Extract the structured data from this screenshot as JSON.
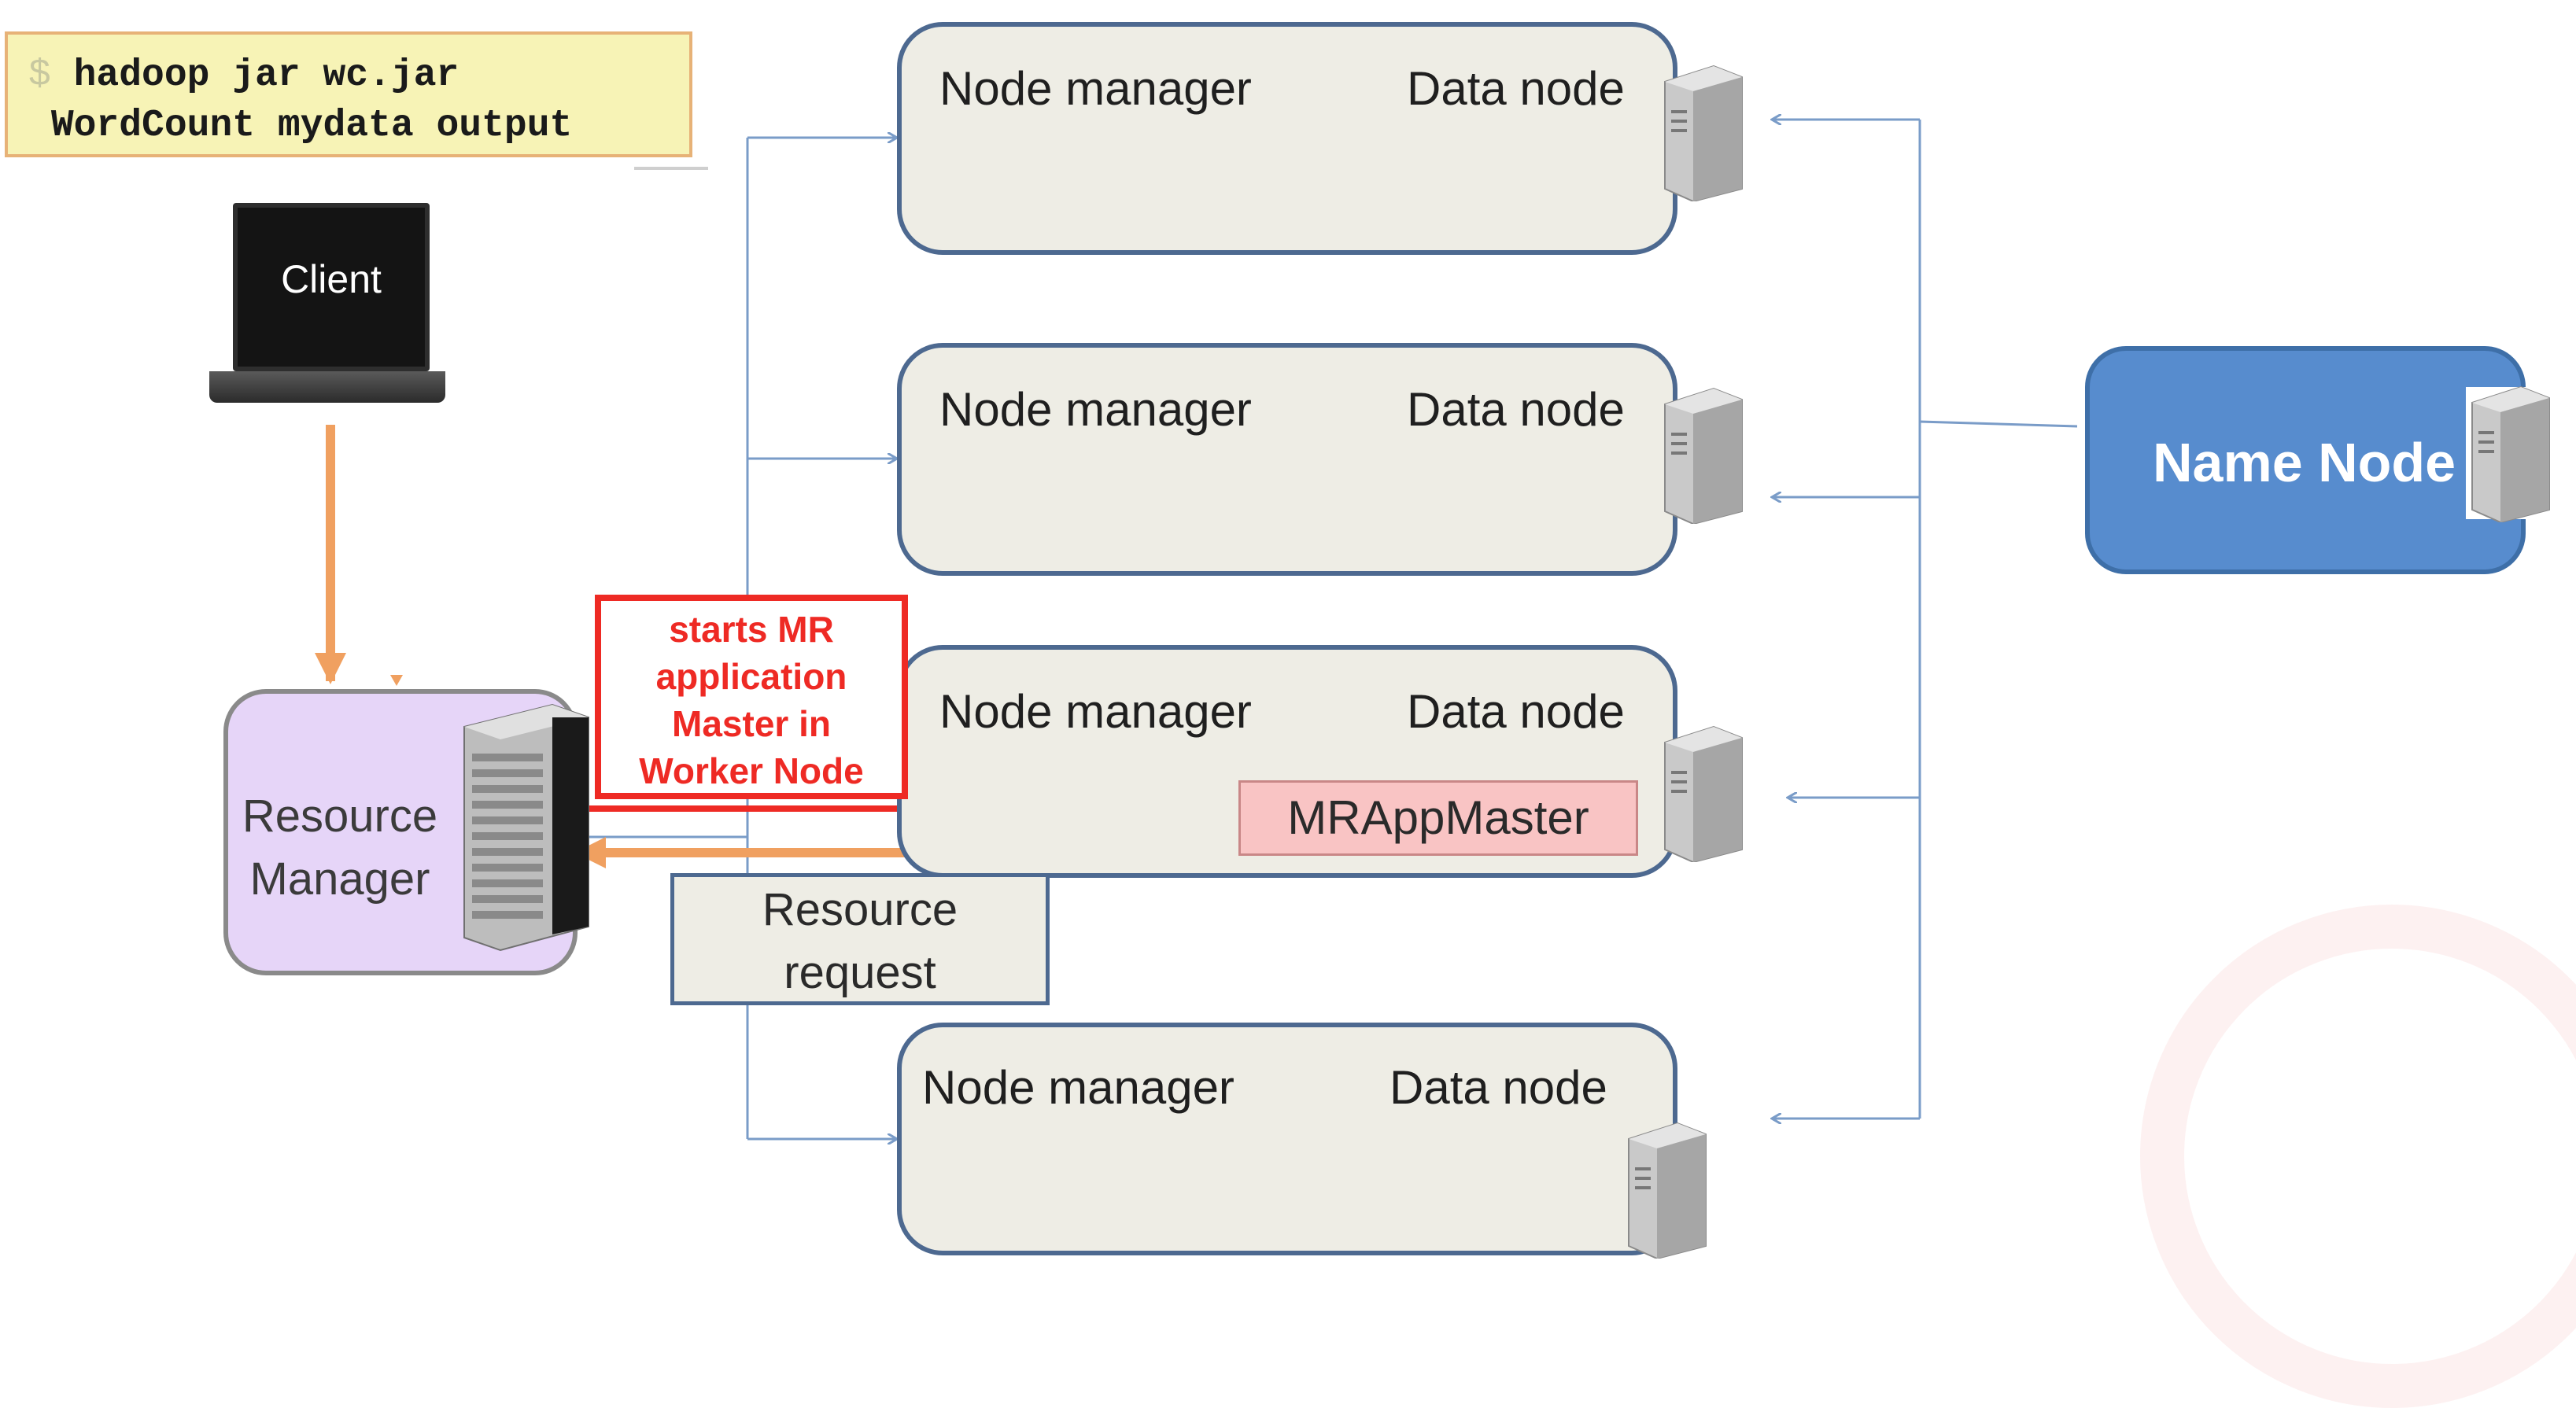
{
  "command": {
    "prompt": "$",
    "line1": "hadoop jar wc.jar",
    "line2": "WordCount mydata output"
  },
  "client": {
    "label": "Client"
  },
  "resource_manager": {
    "line1": "Resource",
    "line2": "Manager"
  },
  "nodes": [
    {
      "node_manager": "Node manager",
      "data_node": "Data node"
    },
    {
      "node_manager": "Node manager",
      "data_node": "Data node"
    },
    {
      "node_manager": "Node manager",
      "data_node": "Data node"
    },
    {
      "node_manager": "Node manager",
      "data_node": "Data node"
    }
  ],
  "name_node": {
    "label": "Name Node"
  },
  "callout": {
    "line1": "starts MR",
    "line2": "application",
    "line3": "Master  in",
    "line4": "Worker Node"
  },
  "mrappmaster": {
    "label": "MRAppMaster"
  },
  "resource_request": {
    "line1": "Resource",
    "line2": "request"
  },
  "colors": {
    "accent_red": "#ee2a24",
    "orange_arrow": "#f0a060",
    "link_blue": "#7a9cc8",
    "name_node_blue": "#578cce"
  },
  "icons": [
    "laptop-icon",
    "server-icon",
    "rack-server-icon",
    "watermark-logo"
  ]
}
